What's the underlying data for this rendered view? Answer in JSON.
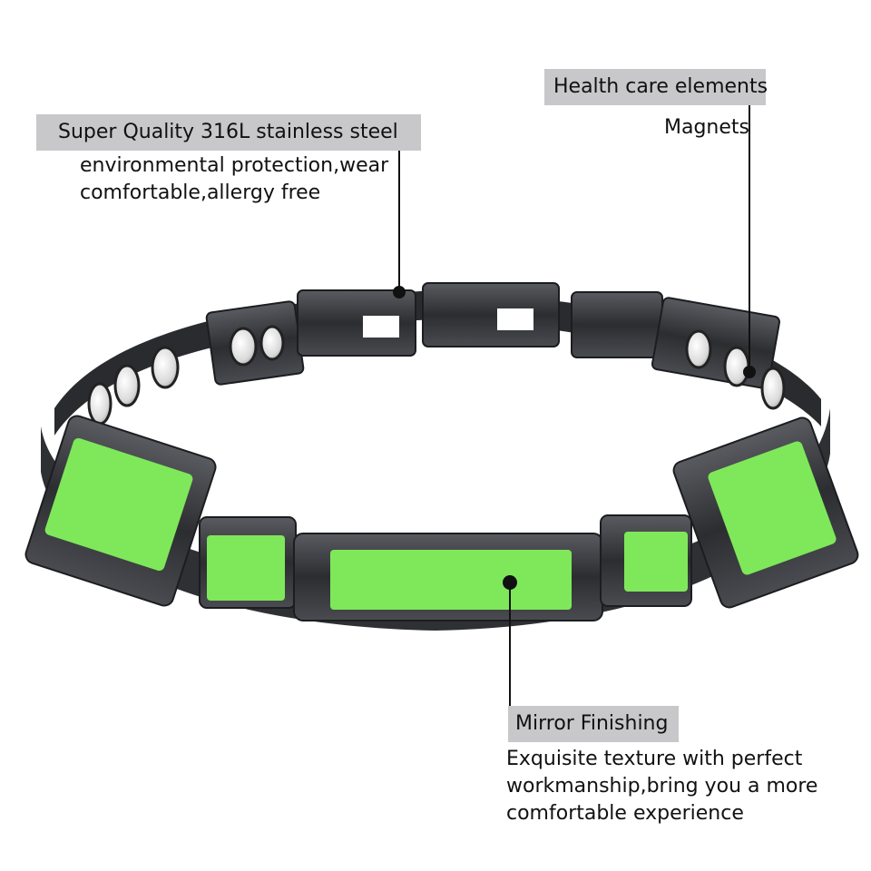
{
  "callouts": {
    "steel": {
      "title": "Super Quality 316L stainless steel",
      "desc_line1": "environmental protection,wear",
      "desc_line2": "comfortable,allergy free"
    },
    "health": {
      "title": "Health care elements",
      "desc": "Magnets"
    },
    "mirror": {
      "title": "Mirror Finishing",
      "desc_line1": "Exquisite texture with perfect",
      "desc_line2": "workmanship,bring you a more",
      "desc_line3": "comfortable experience"
    }
  },
  "product": {
    "band_color": "#3a3b3f",
    "inlay_color": "#7ee85a",
    "magnet_color": "#e9e9e9"
  }
}
